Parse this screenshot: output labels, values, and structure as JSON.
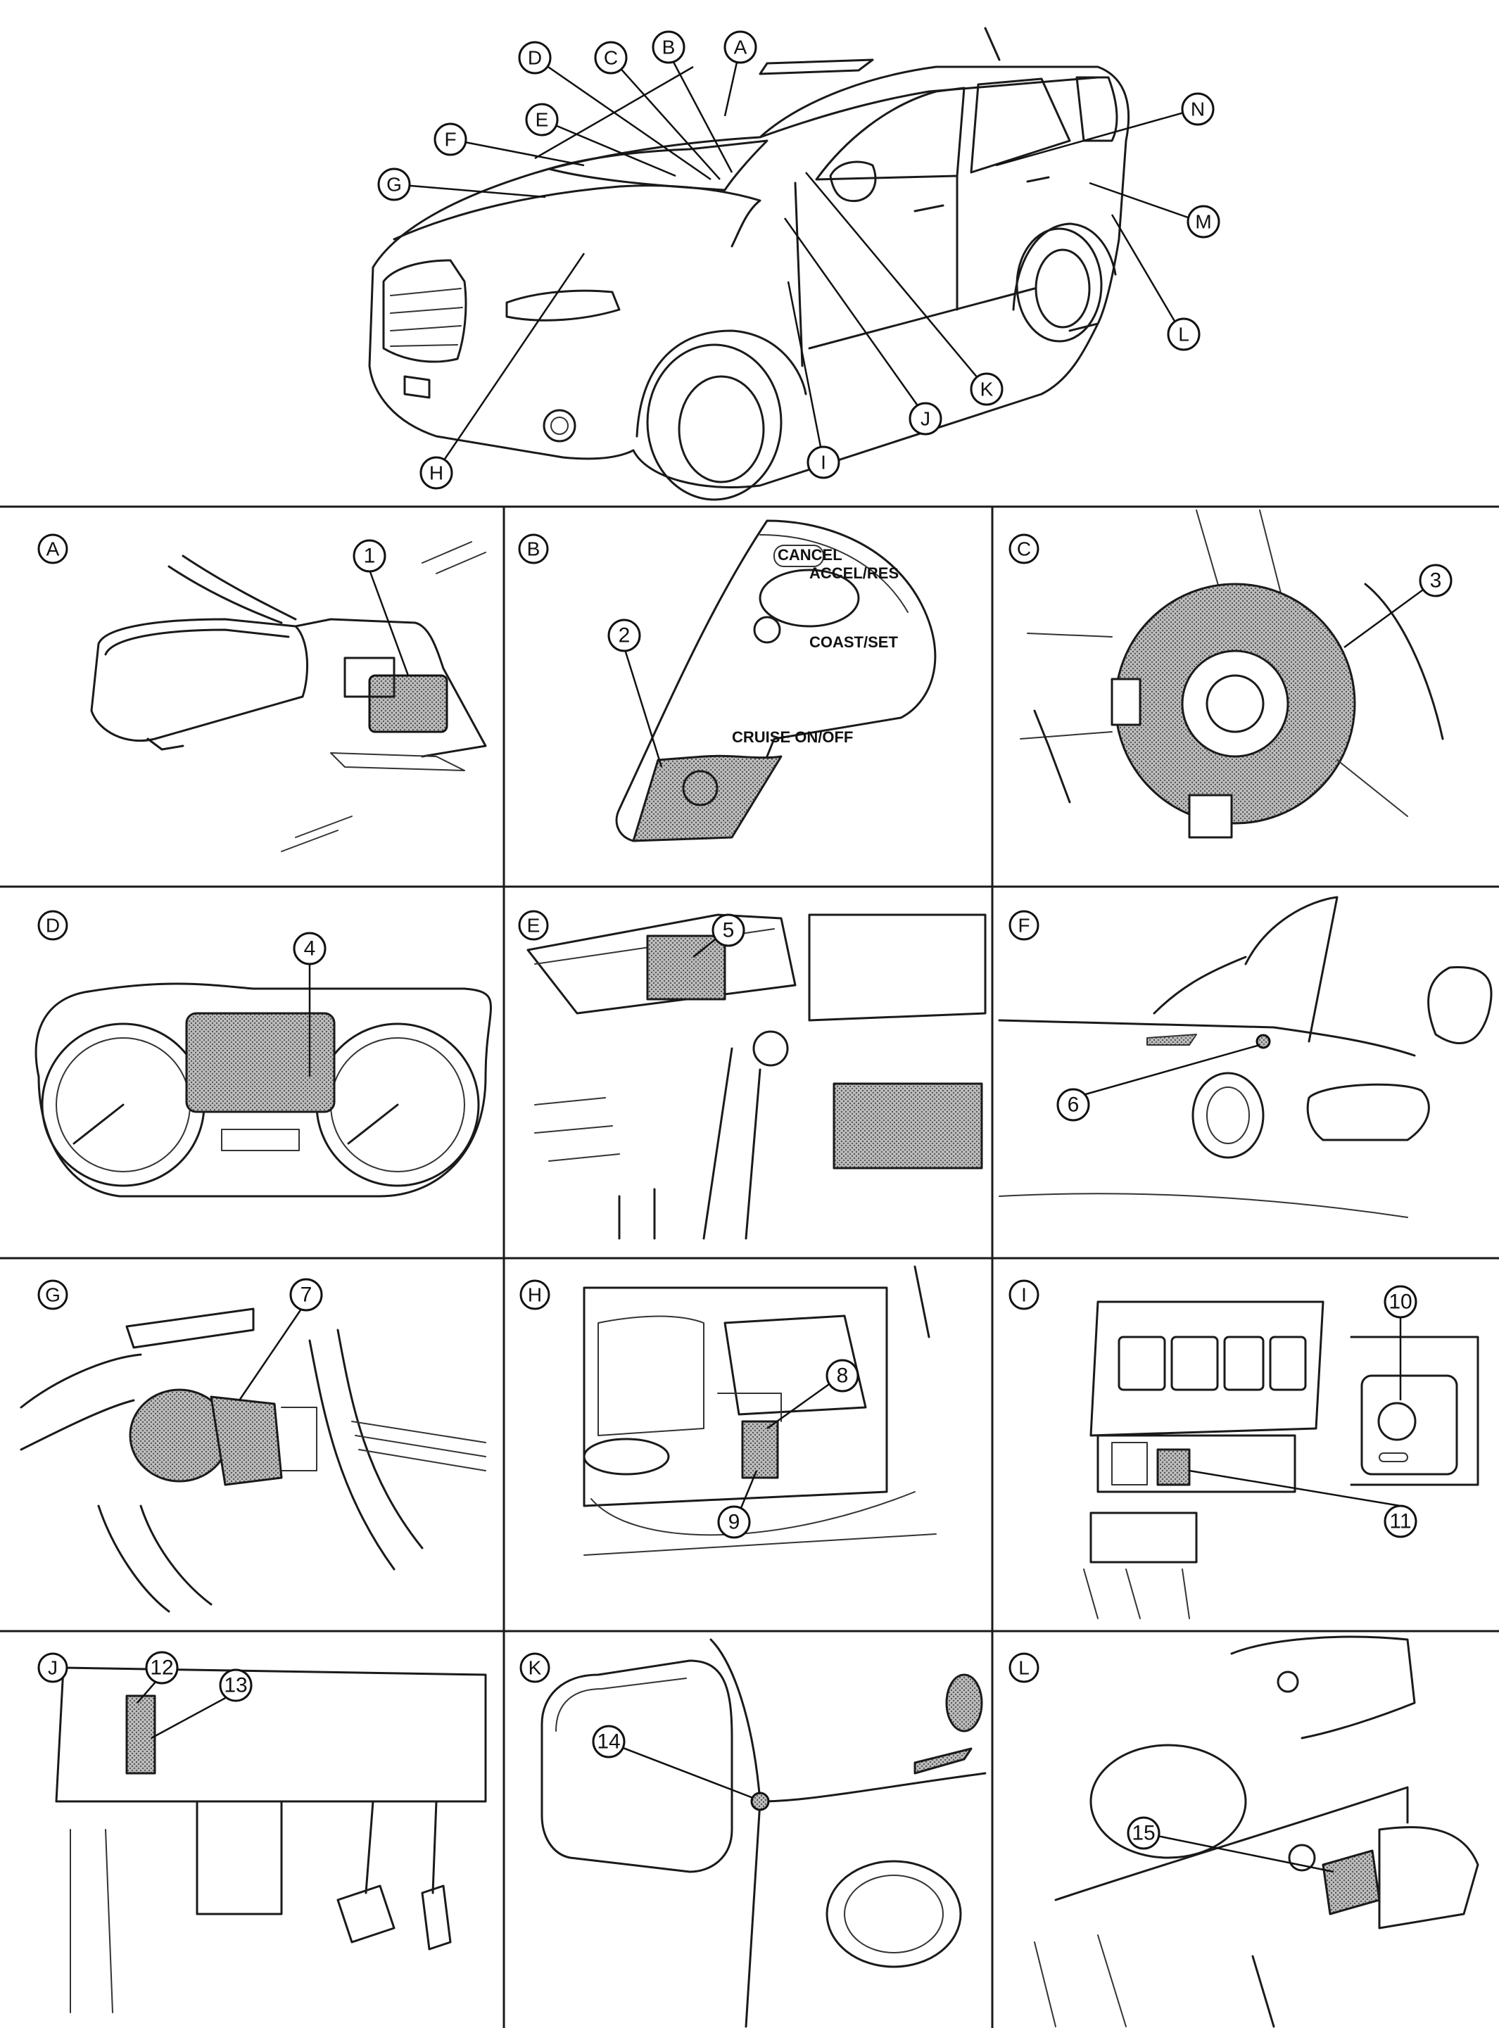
{
  "car_labels": [
    "A",
    "B",
    "C",
    "D",
    "E",
    "F",
    "G",
    "H",
    "I",
    "J",
    "K",
    "L",
    "M",
    "N"
  ],
  "panels": [
    {
      "tag": "A",
      "parts": [
        "1"
      ]
    },
    {
      "tag": "B",
      "parts": [
        "2"
      ],
      "switch_text": [
        "CANCEL",
        "ACCEL/RES",
        "COAST/SET",
        "CRUISE ON/OFF"
      ]
    },
    {
      "tag": "C",
      "parts": [
        "3"
      ]
    },
    {
      "tag": "D",
      "parts": [
        "4"
      ]
    },
    {
      "tag": "E",
      "parts": [
        "5"
      ]
    },
    {
      "tag": "F",
      "parts": [
        "6"
      ]
    },
    {
      "tag": "G",
      "parts": [
        "7"
      ]
    },
    {
      "tag": "H",
      "parts": [
        "8",
        "9"
      ]
    },
    {
      "tag": "I",
      "parts": [
        "10",
        "11"
      ]
    },
    {
      "tag": "J",
      "parts": [
        "12",
        "13"
      ]
    },
    {
      "tag": "K",
      "parts": [
        "14"
      ]
    },
    {
      "tag": "L",
      "parts": [
        "15"
      ]
    }
  ],
  "colors": {
    "line": "#1a1a1a",
    "highlight": "#9a9a9a",
    "background": "#ffffff"
  }
}
